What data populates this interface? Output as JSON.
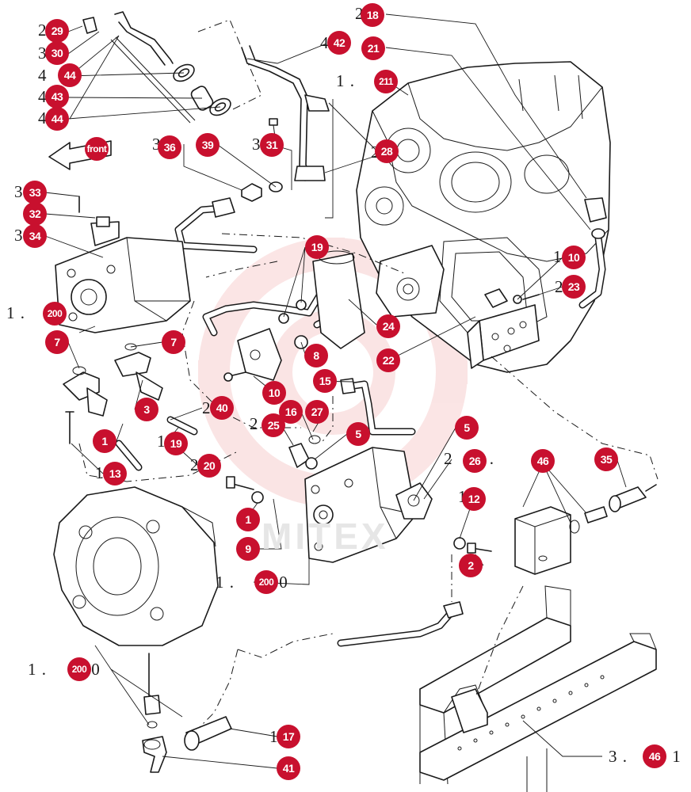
{
  "callouts": [
    {
      "label": "29"
    },
    {
      "label": "30"
    },
    {
      "label": "44"
    },
    {
      "label": "43"
    },
    {
      "label": "44"
    },
    {
      "label": "42"
    },
    {
      "label": "18"
    },
    {
      "label": "21"
    },
    {
      "label": "211"
    },
    {
      "label": "31"
    },
    {
      "label": "28"
    },
    {
      "label": "36"
    },
    {
      "label": "39"
    },
    {
      "label": "front"
    },
    {
      "label": "33"
    },
    {
      "label": "32"
    },
    {
      "label": "34"
    },
    {
      "label": "200"
    },
    {
      "label": "19"
    },
    {
      "label": "10"
    },
    {
      "label": "23"
    },
    {
      "label": "7"
    },
    {
      "label": "7"
    },
    {
      "label": "24"
    },
    {
      "label": "8"
    },
    {
      "label": "22"
    },
    {
      "label": "15"
    },
    {
      "label": "10"
    },
    {
      "label": "3"
    },
    {
      "label": "40"
    },
    {
      "label": "16"
    },
    {
      "label": "27"
    },
    {
      "label": "25"
    },
    {
      "label": "1"
    },
    {
      "label": "5"
    },
    {
      "label": "5"
    },
    {
      "label": "19"
    },
    {
      "label": "20"
    },
    {
      "label": "26"
    },
    {
      "label": "46"
    },
    {
      "label": "35"
    },
    {
      "label": "13"
    },
    {
      "label": "12"
    },
    {
      "label": "1"
    },
    {
      "label": "9"
    },
    {
      "label": "2"
    },
    {
      "label": "200"
    },
    {
      "label": "200"
    },
    {
      "label": "17"
    },
    {
      "label": "41"
    },
    {
      "label": "46"
    }
  ],
  "refs": [
    {
      "text": "2"
    },
    {
      "text": "3"
    },
    {
      "text": "4"
    },
    {
      "text": "4"
    },
    {
      "text": "4"
    },
    {
      "text": "4"
    },
    {
      "text": "1 .      1"
    },
    {
      "text": "2"
    },
    {
      "text": "3"
    },
    {
      "text": "3"
    },
    {
      "text": "3"
    },
    {
      "text": "3"
    },
    {
      "text": "1 ."
    },
    {
      "text": "2"
    },
    {
      "text": "2"
    },
    {
      "text": "1"
    },
    {
      "text": "2"
    },
    {
      "text": "2"
    },
    {
      "text": "1"
    },
    {
      "text": "1"
    },
    {
      "text": "2"
    },
    {
      "text": "2"
    },
    {
      "text": "3 .         1"
    },
    {
      "text": "1"
    },
    {
      "text": "1 .         0"
    },
    {
      "text": "1 .         0"
    },
    {
      "text": "1"
    },
    {
      "text": "3 .         1"
    }
  ],
  "watermark": "MITEX"
}
